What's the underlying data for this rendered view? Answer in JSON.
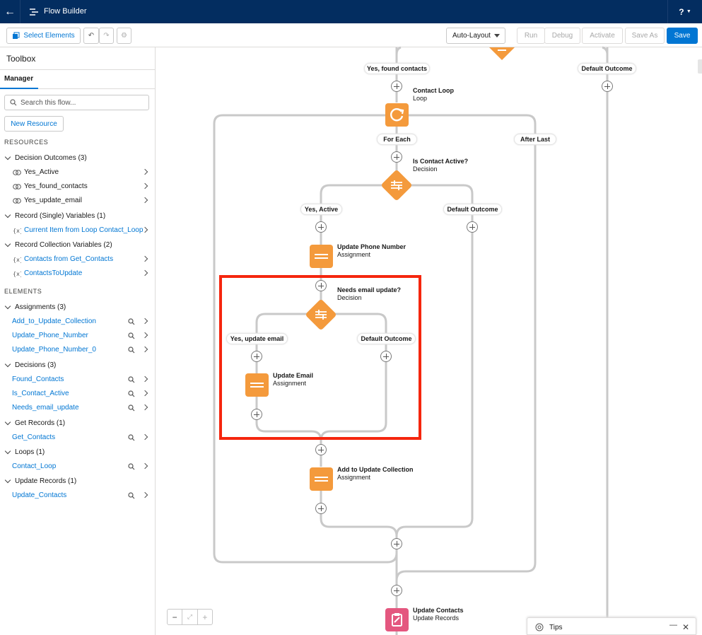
{
  "header": {
    "back_icon": "arrow-left-icon",
    "app_icon": "flow-icon",
    "title": "Flow Builder",
    "help": "?"
  },
  "toolbar": {
    "select_elements": "Select Elements",
    "layout": "Auto-Layout",
    "run": "Run",
    "debug": "Debug",
    "activate": "Activate",
    "save_as": "Save As",
    "save": "Save"
  },
  "toolbox": {
    "title": "Toolbox",
    "tab": "Manager",
    "search_placeholder": "Search this flow...",
    "new_resource": "New Resource",
    "resources_header": "RESOURCES",
    "elements_header": "ELEMENTS",
    "resource_groups": [
      {
        "label": "Decision Outcomes (3)",
        "items": [
          "Yes_Active",
          "Yes_found_contacts",
          "Yes_update_email"
        ]
      },
      {
        "label": "Record (Single) Variables (1)",
        "items": [
          "Current Item from Loop Contact_Loop"
        ]
      },
      {
        "label": "Record Collection Variables (2)",
        "items": [
          "Contacts from Get_Contacts",
          "ContactsToUpdate"
        ]
      }
    ],
    "element_groups": [
      {
        "label": "Assignments (3)",
        "items": [
          "Add_to_Update_Collection",
          "Update_Phone_Number",
          "Update_Phone_Number_0"
        ]
      },
      {
        "label": "Decisions (3)",
        "items": [
          "Found_Contacts",
          "Is_Contact_Active",
          "Needs_email_update"
        ]
      },
      {
        "label": "Get Records (1)",
        "items": [
          "Get_Contacts"
        ]
      },
      {
        "label": "Loops (1)",
        "items": [
          "Contact_Loop"
        ]
      },
      {
        "label": "Update Records (1)",
        "items": [
          "Update_Contacts"
        ]
      }
    ]
  },
  "canvas": {
    "labels": {
      "yes_found": "Yes, found contacts",
      "default1": "Default Outcome",
      "for_each": "For Each",
      "after_last": "After Last",
      "yes_active": "Yes, Active",
      "default2": "Default Outcome",
      "yes_email": "Yes, update email",
      "default3": "Default Outcome"
    },
    "nodes": {
      "loop": {
        "name": "Contact Loop",
        "type": "Loop"
      },
      "is_active": {
        "name": "Is Contact Active?",
        "type": "Decision"
      },
      "phone": {
        "name": "Update Phone Number",
        "type": "Assignment"
      },
      "needs_email": {
        "name": "Needs email update?",
        "type": "Decision"
      },
      "email": {
        "name": "Update Email",
        "type": "Assignment"
      },
      "add_coll": {
        "name": "Add to Update Collection",
        "type": "Assignment"
      },
      "update_contacts": {
        "name": "Update Contacts",
        "type": "Update Records"
      }
    },
    "highlight_color": "#f5260e",
    "node_color": "#f49a3c",
    "update_color": "#e4577f"
  },
  "tips": {
    "label": "Tips"
  }
}
